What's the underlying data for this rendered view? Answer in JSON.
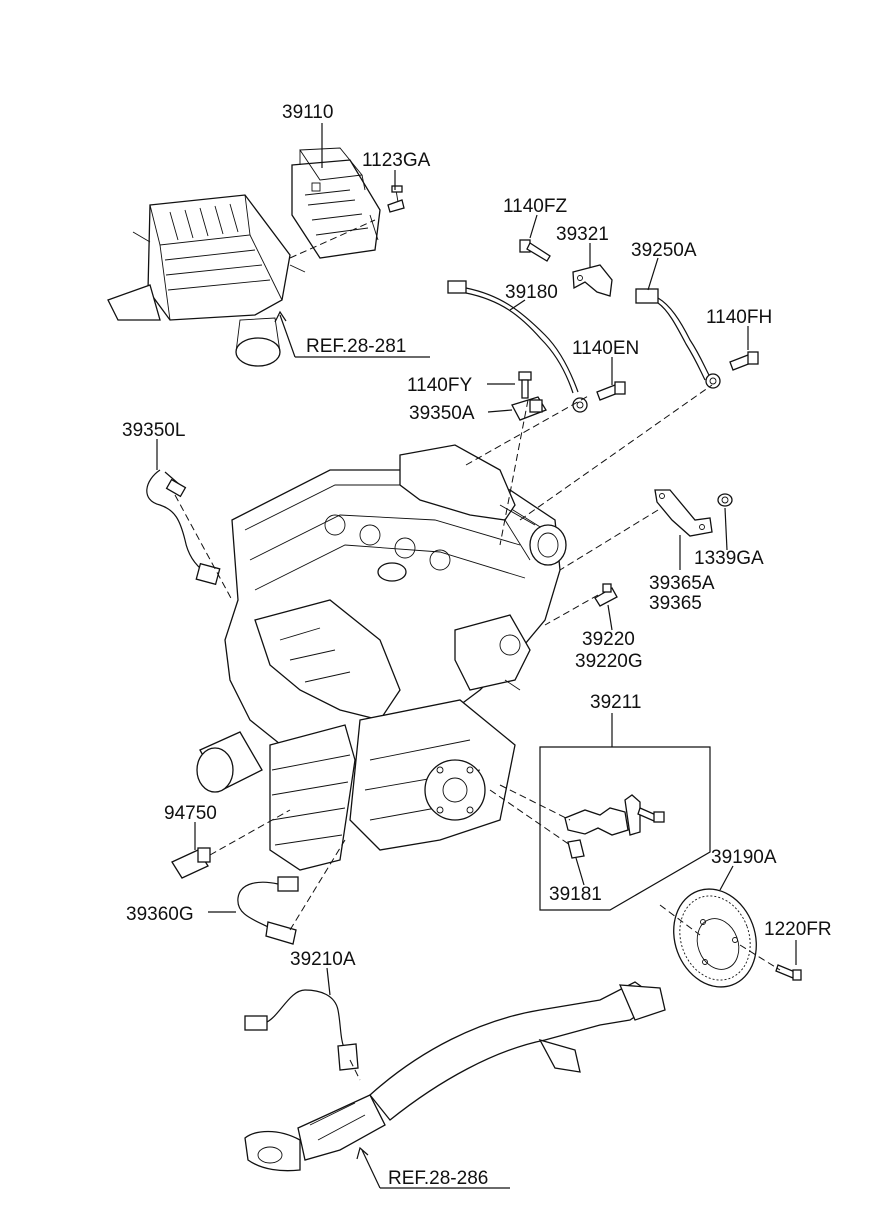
{
  "labels": {
    "p39110": "39110",
    "p1123GA": "1123GA",
    "p1140FZ": "1140FZ",
    "p39321": "39321",
    "p39250A": "39250A",
    "p39180": "39180",
    "p1140FH": "1140FH",
    "p1140EN": "1140EN",
    "p1140FY": "1140FY",
    "p39350A": "39350A",
    "p39350L": "39350L",
    "p1339GA": "1339GA",
    "p39365A": "39365A",
    "p39365": "39365",
    "p39220": "39220",
    "p39220G": "39220G",
    "p39211": "39211",
    "p94750": "94750",
    "p39190A": "39190A",
    "p39181": "39181",
    "p1220FR": "1220FR",
    "p39360G": "39360G",
    "p39210A": "39210A"
  },
  "references": {
    "ref_upper": "REF.28-281",
    "ref_lower": "REF.28-286"
  }
}
